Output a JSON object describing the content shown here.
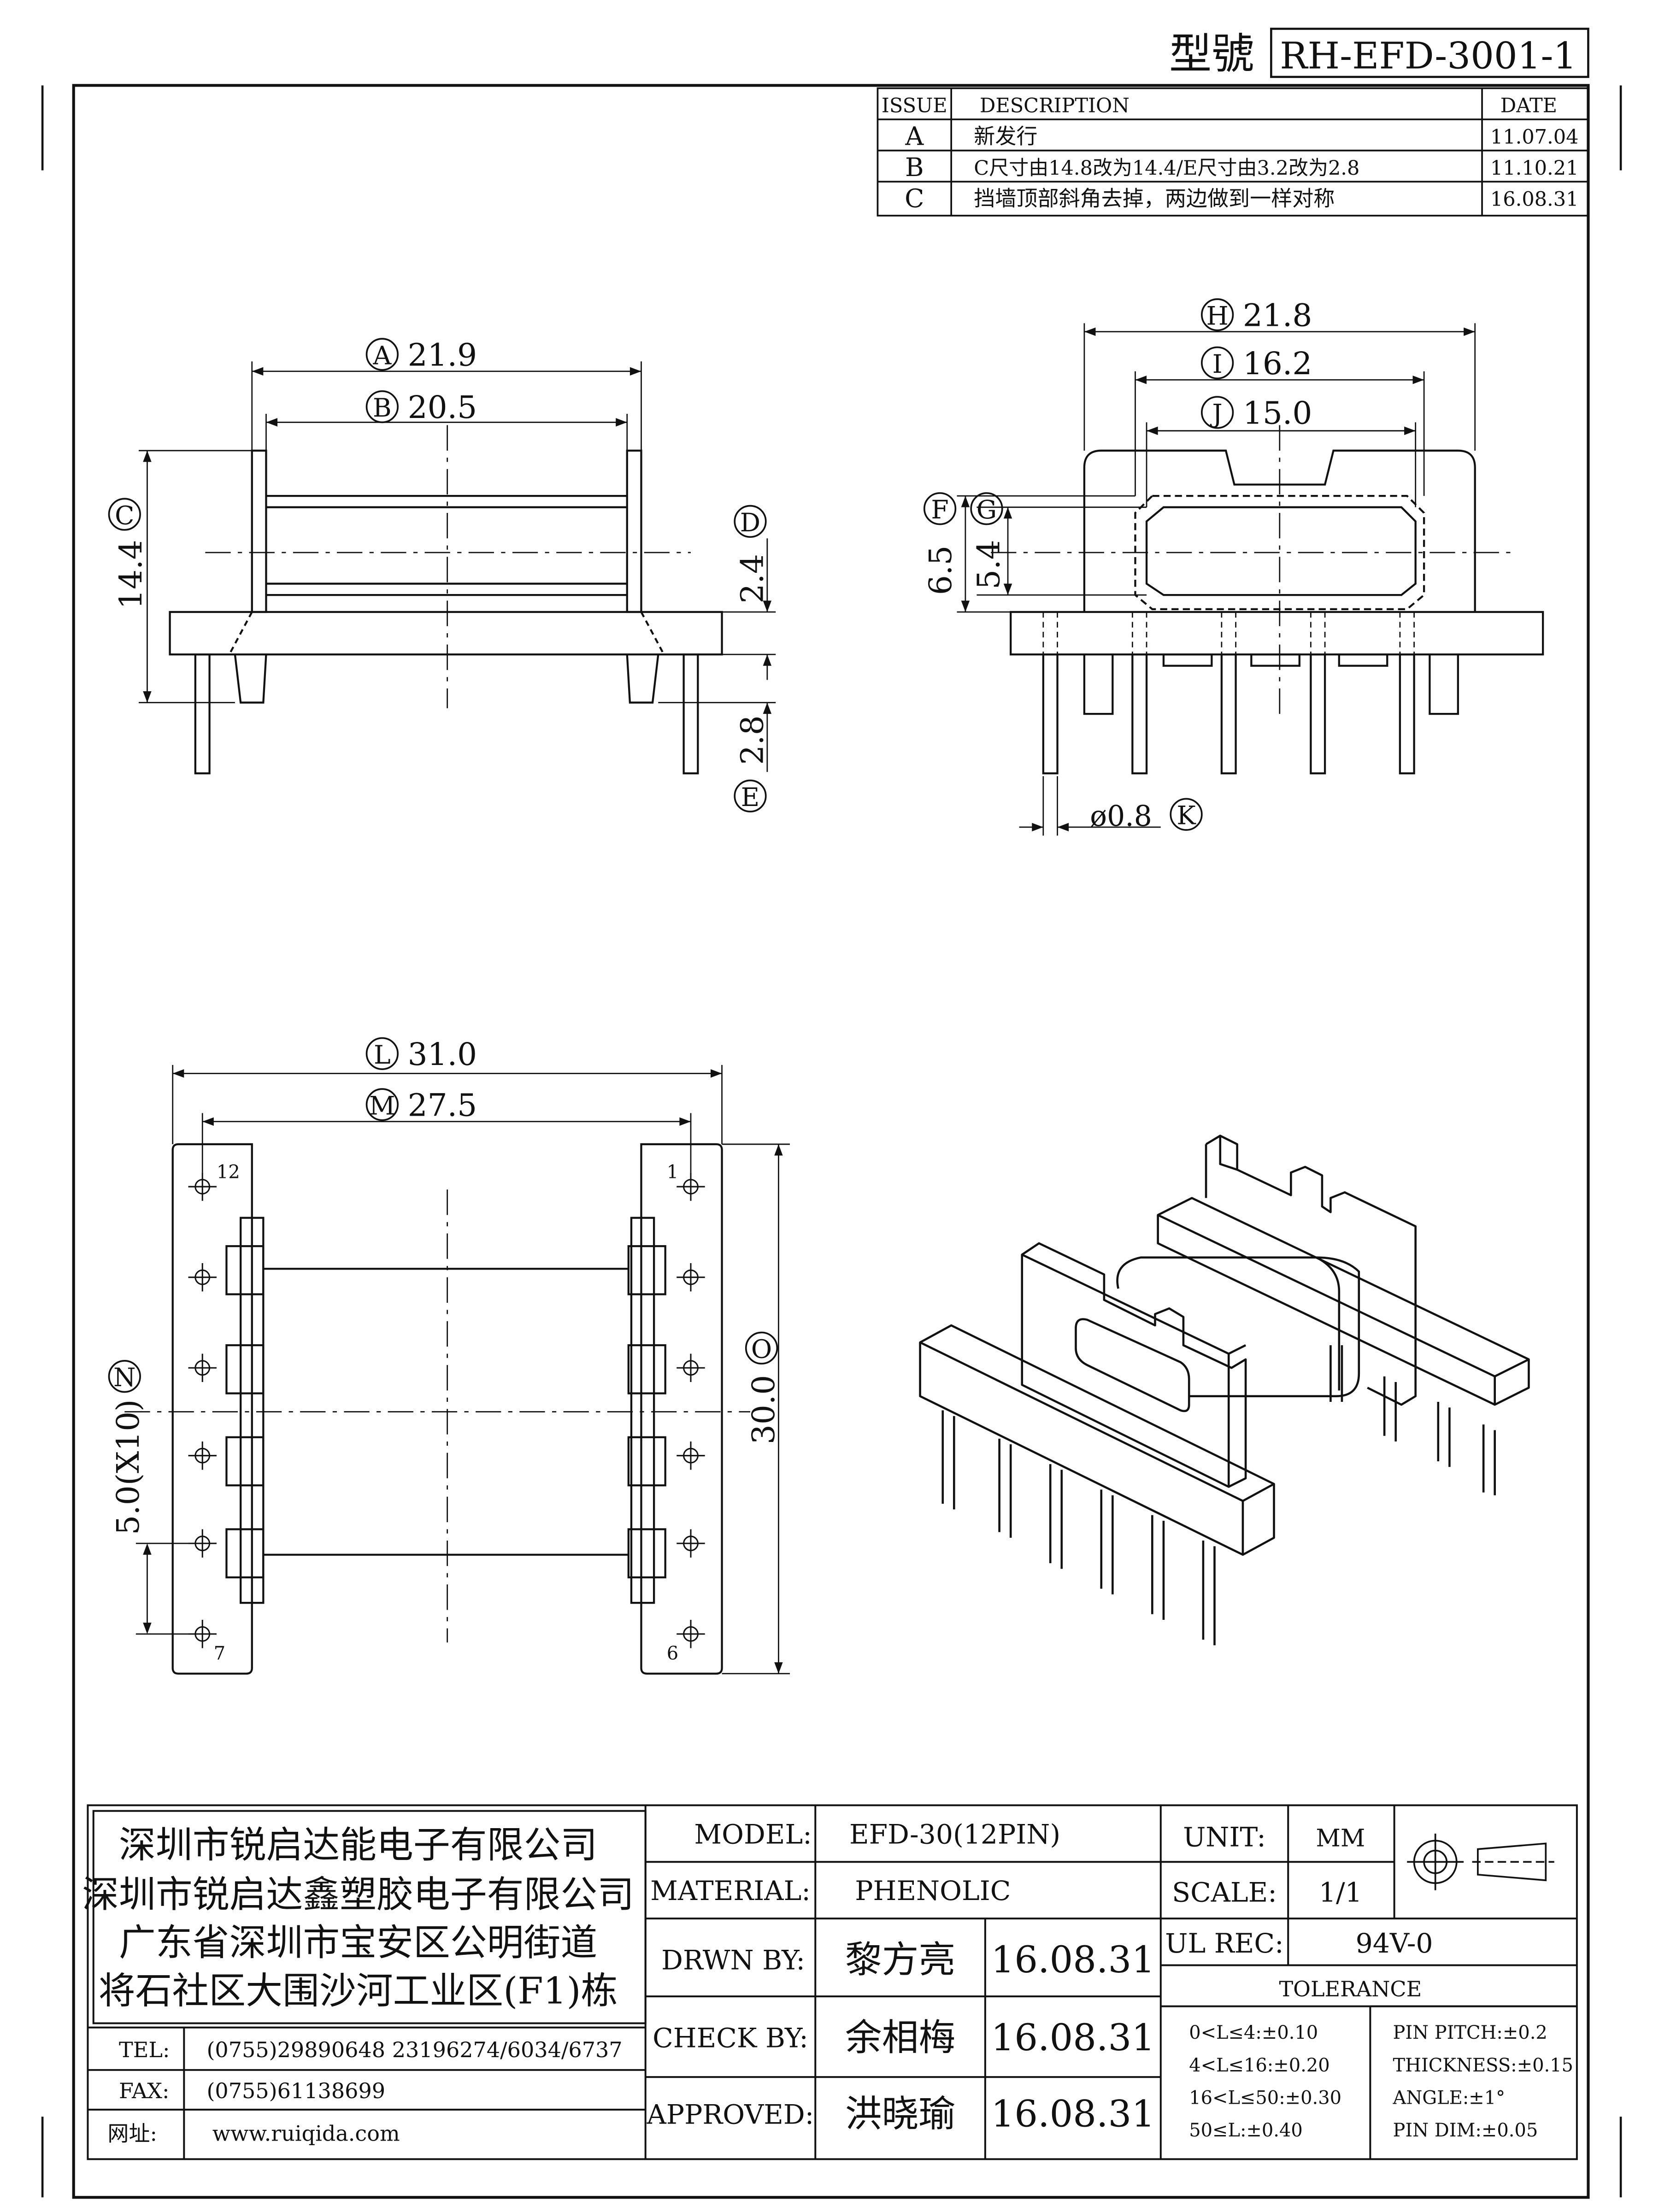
{
  "title_block": {
    "model_no_label": "型號",
    "model_no": "RH-EFD-3001-1"
  },
  "revision_table": {
    "headers": [
      "ISSUE",
      "DESCRIPTION",
      "DATE"
    ],
    "rows": [
      {
        "issue": "A",
        "description": "新发行",
        "date": "11.07.04"
      },
      {
        "issue": "B",
        "description": "C尺寸由14.8改为14.4/E尺寸由3.2改为2.8",
        "date": "11.10.21"
      },
      {
        "issue": "C",
        "description": "挡墙顶部斜角去掉，两边做到一样对称",
        "date": "16.08.31"
      }
    ]
  },
  "dimensions": {
    "A": {
      "letter": "A",
      "value": "21.9"
    },
    "B": {
      "letter": "B",
      "value": "20.5"
    },
    "C": {
      "letter": "C",
      "value": "14.4"
    },
    "D": {
      "letter": "D",
      "value": "2.4"
    },
    "E": {
      "letter": "E",
      "value": "2.8"
    },
    "F": {
      "letter": "F",
      "value": "6.5"
    },
    "G": {
      "letter": "G",
      "value": "5.4"
    },
    "H": {
      "letter": "H",
      "value": "21.8"
    },
    "I": {
      "letter": "I",
      "value": "16.2"
    },
    "J": {
      "letter": "J",
      "value": "15.0"
    },
    "K": {
      "letter": "K",
      "value": "ø0.8"
    },
    "L": {
      "letter": "L",
      "value": "31.0"
    },
    "M": {
      "letter": "M",
      "value": "27.5"
    },
    "N": {
      "letter": "N",
      "value": "5.0(X10)"
    },
    "O": {
      "letter": "O",
      "value": "30.0"
    }
  },
  "pin_labels": {
    "top_left": "12",
    "top_right": "1",
    "bottom_left": "7",
    "bottom_right": "6"
  },
  "company": {
    "lines": [
      "深圳市锐启达能电子有限公司",
      "深圳市锐启达鑫塑胶电子有限公司",
      "广东省深圳市宝安区公明街道",
      "将石社区大围沙河工业区(F1)栋"
    ],
    "tel_label": "TEL:",
    "tel": "(0755)29890648  23196274/6034/6737",
    "fax_label": "FAX:",
    "fax": "(0755)61138699",
    "web_label": "网址:",
    "web": "www.ruiqida.com"
  },
  "spec": {
    "model_label": "MODEL:",
    "model": "EFD-30(12PIN)",
    "material_label": "MATERIAL:",
    "material": "PHENOLIC",
    "drawn_label": "DRWN BY:",
    "drawn_by": "黎方亮",
    "drawn_date": "16.08.31",
    "check_label": "CHECK BY:",
    "check_by": "余相梅",
    "check_date": "16.08.31",
    "approved_label": "APPROVED:",
    "approved_by": "洪晓瑜",
    "approved_date": "16.08.31",
    "unit_label": "UNIT:",
    "unit": "MM",
    "scale_label": "SCALE:",
    "scale": "1/1",
    "ul_label": "UL REC:",
    "ul": "94V-0",
    "tolerance_label": "TOLERANCE",
    "tolerances_left": [
      "0<L≤4:±0.10",
      "4<L≤16:±0.20",
      "16<L≤50:±0.30",
      "50≤L:±0.40"
    ],
    "tolerances_right": [
      "PIN PITCH:±0.2",
      "THICKNESS:±0.15",
      "ANGLE:±1°",
      "PIN DIM:±0.05"
    ]
  }
}
